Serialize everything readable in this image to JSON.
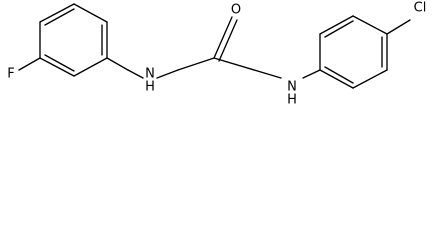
{
  "molecule": {
    "atoms": {
      "fluorine": "F",
      "amine_n": "N",
      "amine_h": "H",
      "amide_o": "O",
      "amide_n": "N",
      "amide_h": "H",
      "chlorine": "Cl"
    }
  }
}
